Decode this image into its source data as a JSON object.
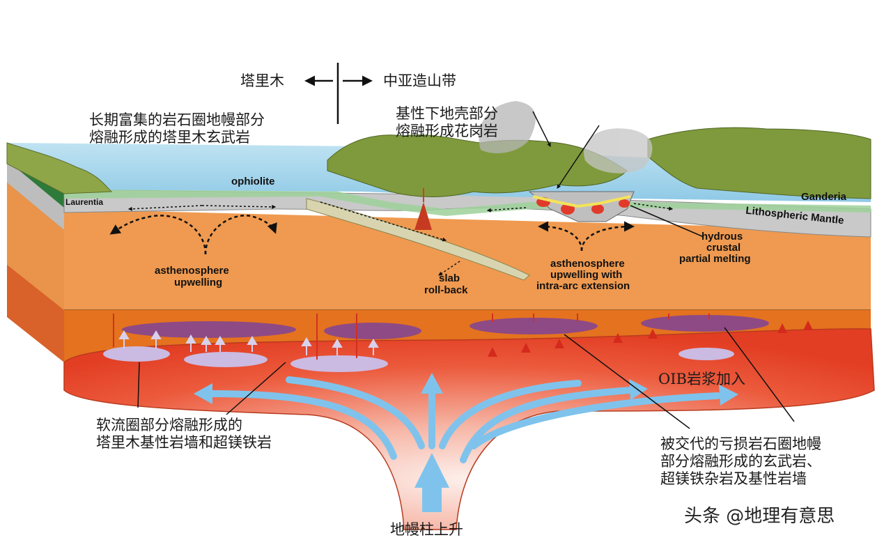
{
  "directions": {
    "left": "塔里木",
    "right": "中亚造山带"
  },
  "labels_cn": {
    "tarim_basalt_line1": "长期富集的岩石圈地幔部分",
    "tarim_basalt_line2": "熔融形成的塔里木玄武岩",
    "granite_line1": "基性下地壳部分",
    "granite_line2": "熔融形成花岗岩",
    "oib": "OIB岩浆加入",
    "asth_melt_line1": "软流圈部分熔融形成的",
    "asth_melt_line2": "塔里木基性岩墙和超镁铁岩",
    "depleted_line1": "被交代的亏损岩石圈地幔",
    "depleted_line2": "部分熔融形成的玄武岩、",
    "depleted_line3": "超镁铁杂岩及基性岩墙",
    "plume": "地幔柱上升"
  },
  "labels_en": {
    "ophiolite": "ophiolite",
    "laurentia": "Laurentia",
    "ganderia": "Ganderia",
    "lith_mantle": "Lithospheric Mantle",
    "asth_up_line1": "asthenosphere",
    "asth_up_line2": "upwelling",
    "slab_line1": "slab",
    "slab_line2": "roll-back",
    "arc_line1": "asthenosphere",
    "arc_line2": "upwelling with",
    "arc_line3": "intra-arc extension",
    "hydrous_line1": "hydrous",
    "hydrous_line2": "crustal",
    "hydrous_line3": "partial melting"
  },
  "watermark": "头条 @地理有意思",
  "colors": {
    "ocean": "#9fd2ea",
    "land": "#7f9a3c",
    "asthenosphere": "#e9944a",
    "lower_mantle": "#e26a1e",
    "plume": "#e53a23",
    "magma_purple": "#8e4a85",
    "magma_lilac": "#c8b8e0",
    "flow_arrow": "#7fc3ec",
    "lithospheric_mantle": "#c8c8c8"
  }
}
